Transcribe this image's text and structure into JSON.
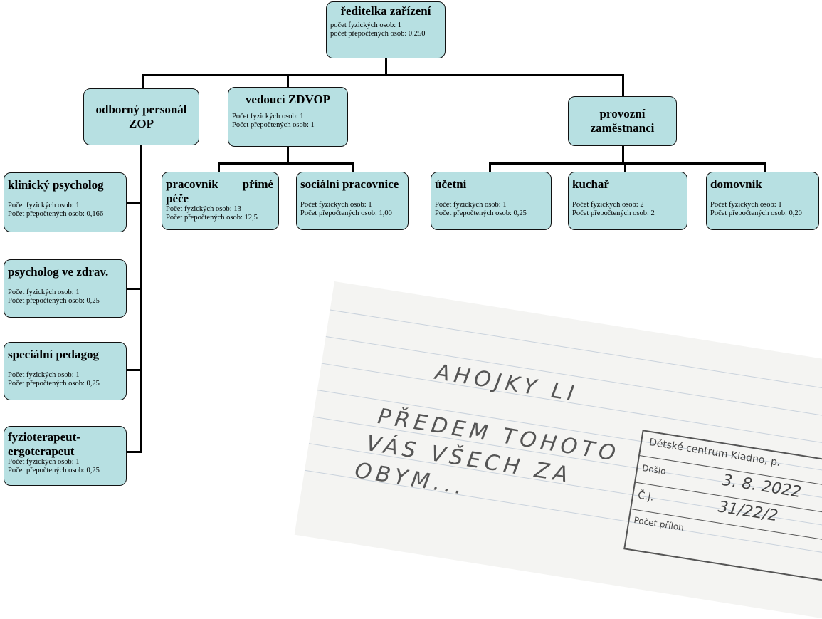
{
  "root": {
    "title": "ředitelka zařízení",
    "line1": "počet fyzických osob:  1",
    "line2": "počet přepočtených osob: 0.250"
  },
  "groups": {
    "odborny": {
      "title_l1": "odborný personál",
      "title_l2": "ZOP"
    },
    "vedouci": {
      "title": "vedoucí ZDVOP",
      "line1": "Počet fyzických osob: 1",
      "line2": "Počet přepočtených osob:  1"
    },
    "provozni": {
      "title_l1": "provozní",
      "title_l2": "zaměstnanci"
    }
  },
  "zop_staff": [
    {
      "title": "klinický psycholog",
      "line1": "Počet fyzických osob: 1",
      "line2": "Počet přepočtených osob: 0,166"
    },
    {
      "title": "psycholog ve zdrav.",
      "line1": "Počet fyzických osob: 1",
      "line2": "Počet přepočtených osob: 0,25"
    },
    {
      "title": "speciální pedagog",
      "line1": "Počet fyzických osob: 1",
      "line2": "Počet přepočtených osob:  0,25"
    },
    {
      "title_l1": "fyzioterapeut-",
      "title_l2": "ergoterapeut",
      "line1": "Počet fyzických osob: 1",
      "line2": "Počet přepočtených osob:  0,25"
    }
  ],
  "zdvop_staff": [
    {
      "title_l1": "pracovník        přímé",
      "title_l2": "péče",
      "line1": "Počet fyzických osob: 13",
      "line2": "Počet přepočtených osob: 12,5"
    },
    {
      "title": "sociální pracovnice",
      "line1": "Počet fyzických osob: 1",
      "line2": "Počet přepočtených osob: 1,00"
    }
  ],
  "provozni_staff": [
    {
      "title": "účetní",
      "line1": "Počet fyzických osob: 1",
      "line2": "Počet přepočtených osob: 0,25"
    },
    {
      "title": "kuchař",
      "line1": "Počet fyzických osob:  2",
      "line2": "Počet přepočtených osob:  2"
    },
    {
      "title": "domovník",
      "line1": "Počet fyzických osob:  1",
      "line2": "Počet přepočtených osob:  0,20"
    }
  ],
  "note": {
    "hand_line1": "AHOJKY LI",
    "hand_line2": "PŘEDEM TOHOTO",
    "hand_line3": "VÁS VŠECH ZA",
    "hand_line4": "OBYM...",
    "stamp_header": "Dětské centrum Kladno, p.",
    "stamp_label1": "Došlo",
    "stamp_value1": "3. 8. 2022",
    "stamp_label2": "Č.j.",
    "stamp_value2": "31/22/2",
    "stamp_label3": "Počet příloh"
  }
}
